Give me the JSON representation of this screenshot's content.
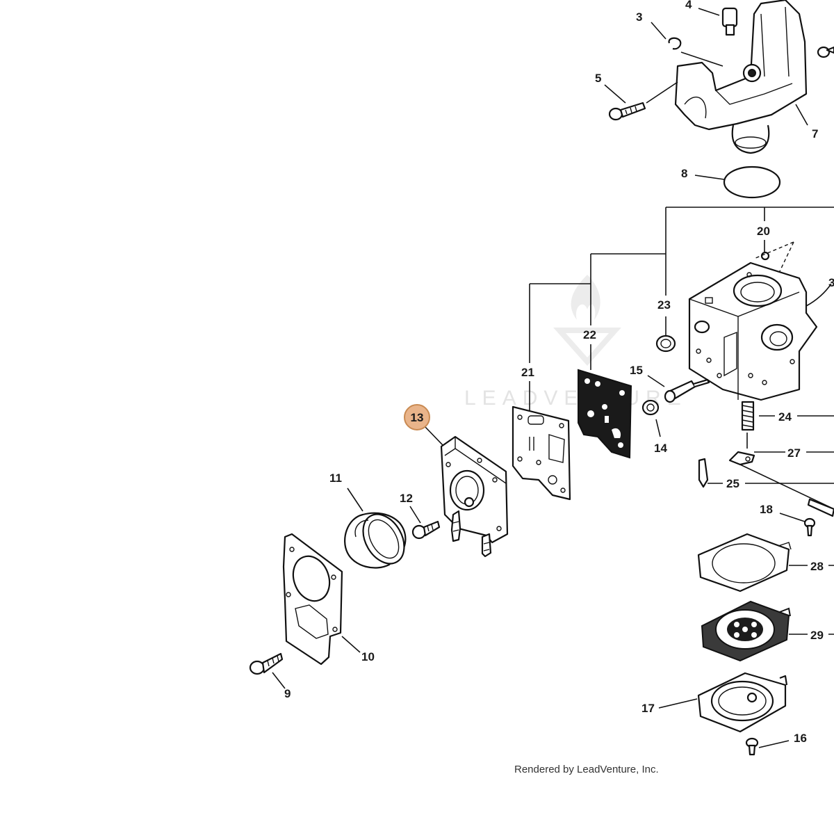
{
  "watermark": "LEADVENTURE",
  "footer_text": "Rendered by LeadVenture, Inc.",
  "highlighted_part": "13",
  "part_labels": {
    "p3": "3",
    "p3b": "3",
    "p4": "4",
    "p5": "5",
    "p7": "7",
    "p8": "8",
    "p9": "9",
    "p10": "10",
    "p11": "11",
    "p12": "12",
    "p13": "13",
    "p14": "14",
    "p15": "15",
    "p16": "16",
    "p17": "17",
    "p18": "18",
    "p20": "20",
    "p21": "21",
    "p22": "22",
    "p23": "23",
    "p24": "24",
    "p25": "25",
    "p27": "27",
    "p28": "28",
    "p29": "29"
  },
  "colors": {
    "highlight_fill": "#e9b48a",
    "highlight_stroke": "#c98a52",
    "ink": "#111111"
  }
}
